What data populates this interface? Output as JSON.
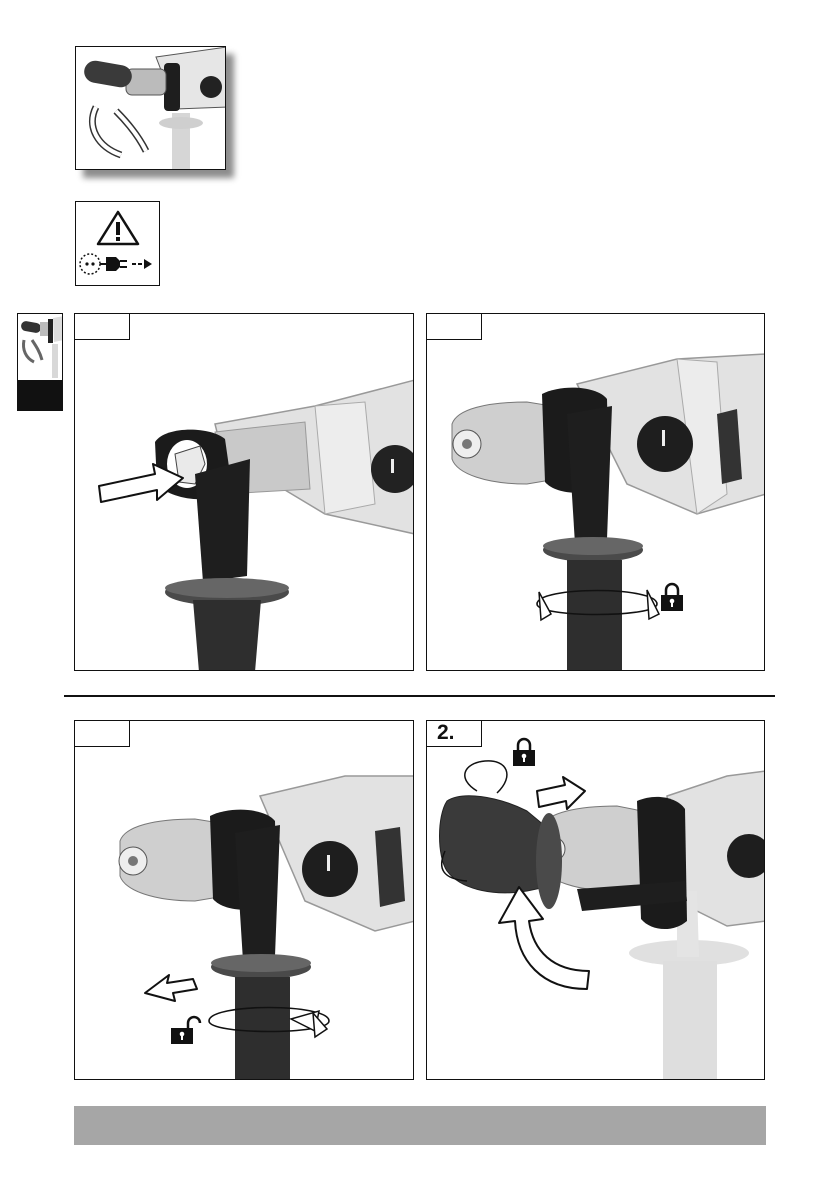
{
  "panels": [
    {
      "id": "p1",
      "label": ""
    },
    {
      "id": "p2",
      "label": ""
    },
    {
      "id": "p3",
      "label": ""
    },
    {
      "id": "p4",
      "label": "2."
    }
  ],
  "icons": {
    "warning": "warning-triangle-icon",
    "unplug": "unplug-mains-icon",
    "lock": "padlock-closed-icon",
    "unlock": "padlock-open-icon"
  },
  "colors": {
    "frame": "#111111",
    "footer_bar": "#a6a6a6",
    "drill_light": "#dcdcdc",
    "handle_dark": "#2b2b2b"
  }
}
